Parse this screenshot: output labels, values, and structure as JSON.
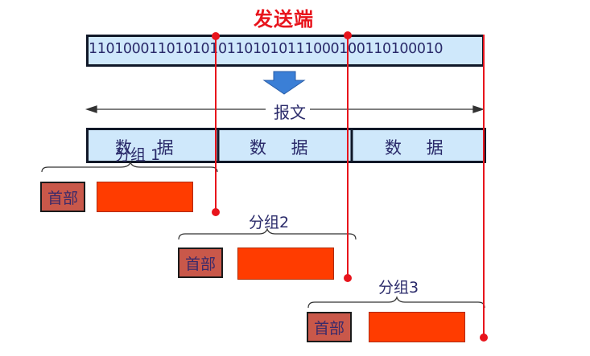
{
  "title": "发送端",
  "bits": "11010001101010101101010111000100110100010",
  "message_label": "报文",
  "segments": [
    "数 据",
    "数 据",
    "数 据"
  ],
  "packets": [
    {
      "label": "分组 1",
      "header": "首部"
    },
    {
      "label": "分组2",
      "header": "首部"
    },
    {
      "label": "分组3",
      "header": "首部"
    }
  ],
  "colors": {
    "accent": "#e8141c",
    "bar_fill": "#cfe8fb",
    "payload": "#ff3c00",
    "header": "#c9584a",
    "arrow": "#3b7fd6"
  }
}
